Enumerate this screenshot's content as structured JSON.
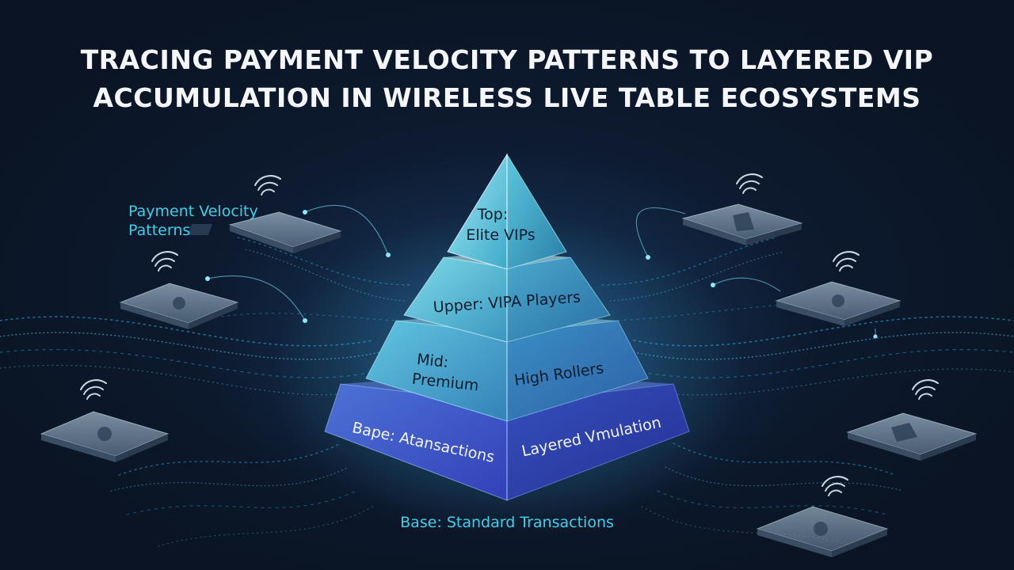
{
  "title": {
    "line1": "TRACING PAYMENT VELOCITY PATTERNS TO LAYERED VIP",
    "line2": "ACCUMULATION IN WIRELESS LIVE TABLE ECOSYSTEMS"
  },
  "captions": {
    "velocity_line1": "Payment Velocity",
    "velocity_line2": "Patterns",
    "base": "Base: Standard Transactions"
  },
  "pyramid": {
    "top": {
      "line1": "Top:",
      "line2": "Elite VIPs"
    },
    "upper": {
      "label": "Upper: VIPA Players"
    },
    "mid": {
      "left_line1": "Mid:",
      "left_line2": "Premium",
      "right": "High Rollers"
    },
    "base": {
      "left": "Bape: Atansactions",
      "right": "Layered Vmulation"
    }
  },
  "icons": [
    "wireless-terminal-icon",
    "wifi-signal-icon",
    "data-stream-icon"
  ],
  "colors": {
    "background": "#0b1526",
    "accent_cyan": "#3fd0e6",
    "tier_top": "#6fd3e4",
    "tier_base": "#3848c4",
    "title": "#f4f6fa"
  }
}
